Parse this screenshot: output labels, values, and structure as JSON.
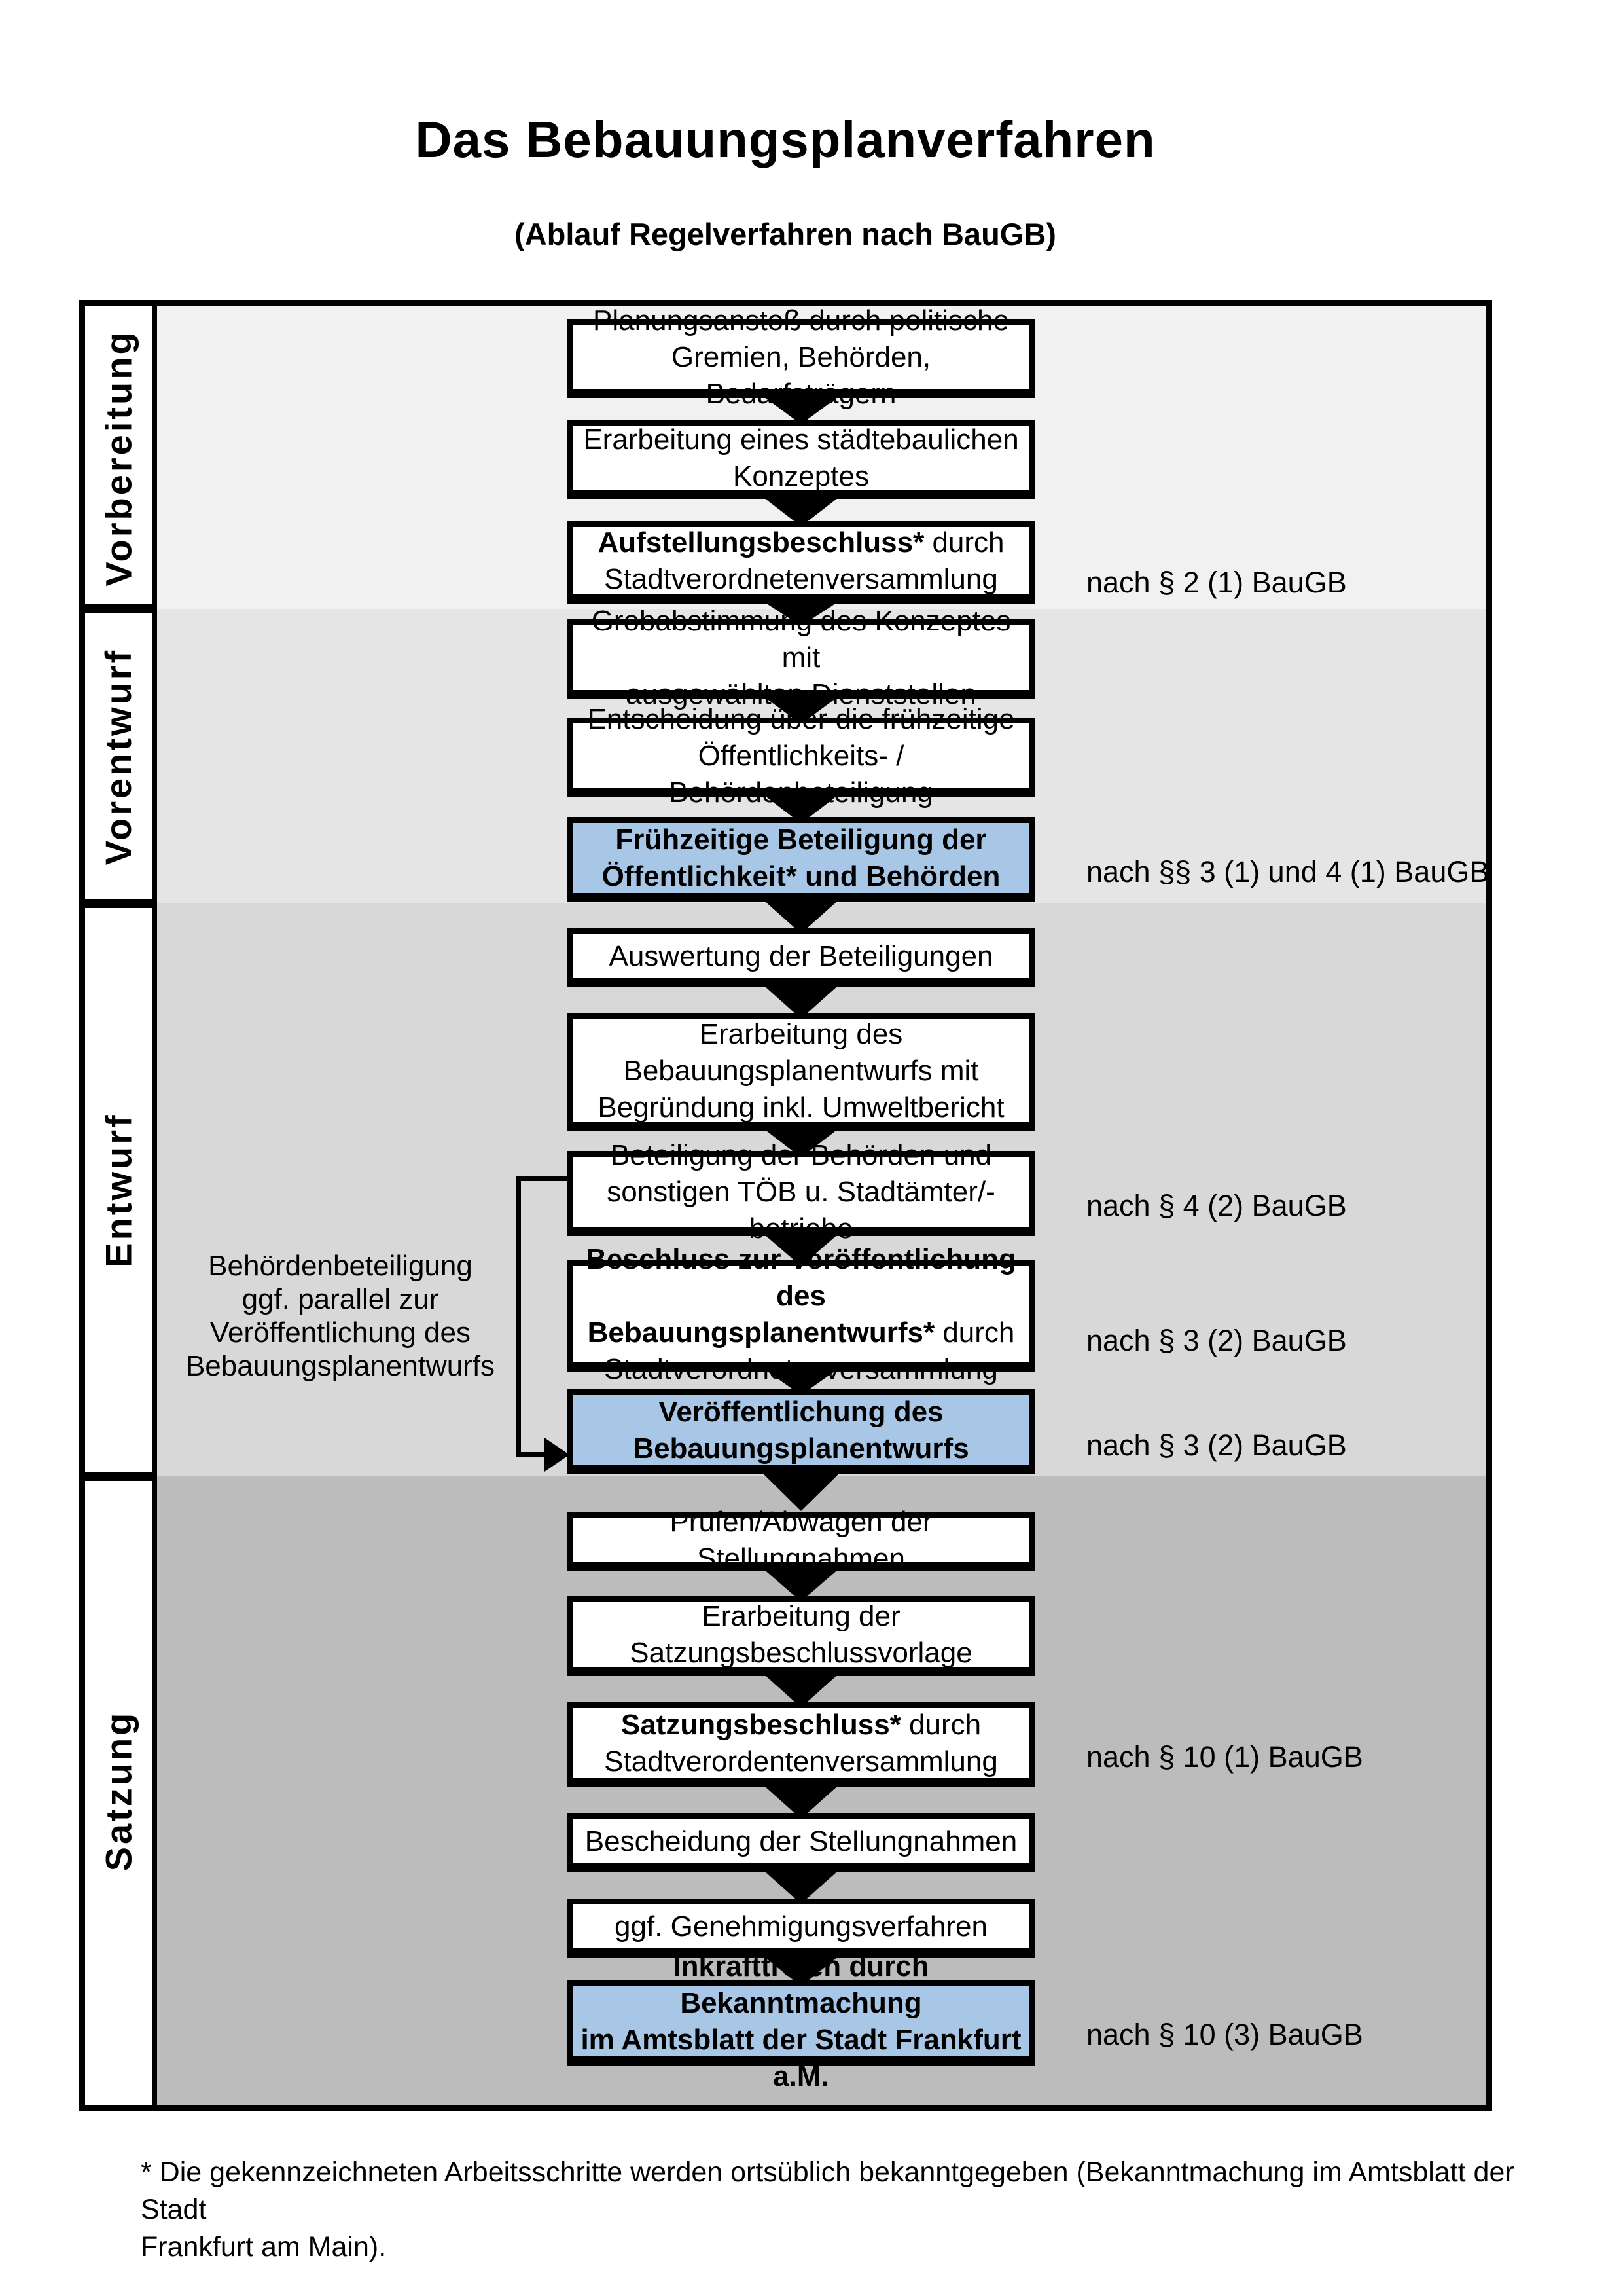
{
  "title": "Das Bebauungsplanverfahren",
  "subtitle": "(Ablauf Regelverfahren nach BauGB)",
  "phases": [
    {
      "label": "Vorbereitung"
    },
    {
      "label": "Vorentwurf"
    },
    {
      "label": "Entwurf"
    },
    {
      "label": "Satzung"
    }
  ],
  "boxes": [
    {
      "highlight": false,
      "segments": [
        {
          "t": "Planungsanstoß durch politische\nGremien, Behörden, Bedarfsträgern",
          "b": false
        }
      ]
    },
    {
      "highlight": false,
      "segments": [
        {
          "t": "Erarbeitung eines städtebaulichen\nKonzeptes",
          "b": false
        }
      ]
    },
    {
      "highlight": false,
      "segments": [
        {
          "t": "Aufstellungsbeschluss*",
          "b": true
        },
        {
          "t": " durch\nStadtverordnetenversammlung",
          "b": false
        }
      ]
    },
    {
      "highlight": false,
      "segments": [
        {
          "t": "Grobabstimmung des Konzeptes mit\nausgewählten Dienststellen",
          "b": false
        }
      ]
    },
    {
      "highlight": false,
      "segments": [
        {
          "t": "Entscheidung über die frühzeitige\nÖffentlichkeits- / Behördenbeteiligung",
          "b": false
        }
      ]
    },
    {
      "highlight": true,
      "segments": [
        {
          "t": "Frühzeitige Beteiligung der\nÖffentlichkeit* und Behörden",
          "b": true
        }
      ]
    },
    {
      "highlight": false,
      "segments": [
        {
          "t": "Auswertung der Beteiligungen",
          "b": false
        }
      ]
    },
    {
      "highlight": false,
      "segments": [
        {
          "t": "Erarbeitung des\nBebauungsplanentwurfs mit\nBegründung inkl. Umweltbericht",
          "b": false
        }
      ]
    },
    {
      "highlight": false,
      "segments": [
        {
          "t": "Beteiligung der Behörden und\nsonstigen TÖB u. Stadtämter/-betriebe",
          "b": false
        }
      ]
    },
    {
      "highlight": false,
      "segments": [
        {
          "t": "Beschluss zur Veröffentlichung des\nBebauungsplanentwurfs*",
          "b": true
        },
        {
          "t": " durch\nStadtverordnetenversammlung",
          "b": false
        }
      ]
    },
    {
      "highlight": true,
      "segments": [
        {
          "t": "Veröffentlichung des\nBebauungsplanentwurfs",
          "b": true
        }
      ]
    },
    {
      "highlight": false,
      "segments": [
        {
          "t": "Prüfen/Abwägen der Stellungnahmen",
          "b": false
        }
      ]
    },
    {
      "highlight": false,
      "segments": [
        {
          "t": "Erarbeitung der\nSatzungsbeschlussvorlage",
          "b": false
        }
      ]
    },
    {
      "highlight": false,
      "segments": [
        {
          "t": "Satzungsbeschluss*",
          "b": true
        },
        {
          "t": " durch\nStadtverordentenversammlung",
          "b": false
        }
      ]
    },
    {
      "highlight": false,
      "segments": [
        {
          "t": "Bescheidung der Stellungnahmen",
          "b": false
        }
      ]
    },
    {
      "highlight": false,
      "segments": [
        {
          "t": "ggf. Genehmigungsverfahren",
          "b": false
        }
      ]
    },
    {
      "highlight": true,
      "segments": [
        {
          "t": "Inkrafttreten",
          "b": true
        },
        {
          "t": " durch Bekanntmachung\nim Amtsblatt der Stadt Frankfurt a.M.",
          "b": false
        }
      ]
    }
  ],
  "side_note": "Behördenbeteiligung\nggf. parallel zur\nVeröffentlichung des\nBebauungsplanentwurfs",
  "legal_refs": [
    "nach § 2 (1) BauGB",
    "nach §§ 3 (1) und 4 (1) BauGB",
    "nach § 4 (2) BauGB",
    "nach § 3 (2) BauGB",
    "nach § 3 (2) BauGB",
    "nach § 10 (1) BauGB",
    "nach § 10 (3) BauGB"
  ],
  "footnote": "* Die gekennzeichneten Arbeitsschritte werden ortsüblich bekanntgegeben (Bekanntmachung im Amtsblatt  der Stadt\nFrankfurt am Main).",
  "colors": {
    "highlight_blue": "#a8c6e6",
    "phase_backgrounds": [
      "#f1f1f1",
      "#e5e5e5",
      "#d8d8d8",
      "#bcbcbc"
    ],
    "box_background": "#ffffff",
    "line_black": "#000000"
  }
}
